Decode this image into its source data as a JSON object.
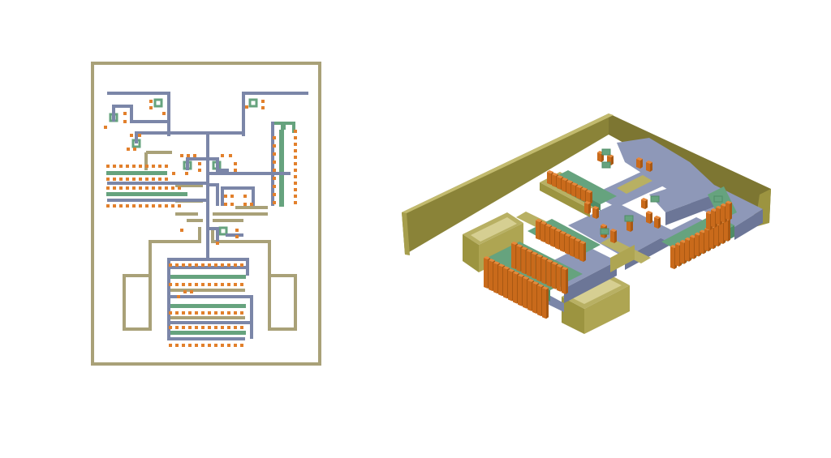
{
  "colors": {
    "boundary": "#a9a178",
    "boundary_3d_front": "#9c9440",
    "boundary_3d_top": "#b8b063",
    "metal": "#7b86a8",
    "metal_3d_top": "#8e98b8",
    "metal_3d_side": "#6c7697",
    "diffusion": "#66a37e",
    "diffusion_3d_side": "#4f8c66",
    "contact": "#e2802c",
    "contact_3d_side": "#c96a1b",
    "background": "#ffffff"
  },
  "views": [
    {
      "id": "layout-2d",
      "kind": "planar-mask-layout"
    },
    {
      "id": "layout-3d",
      "kind": "isometric-3d-render"
    }
  ]
}
